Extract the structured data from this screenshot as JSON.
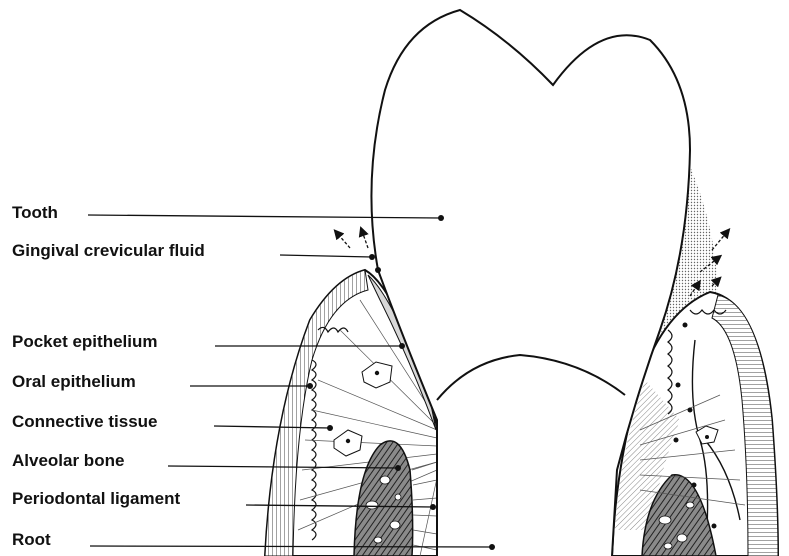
{
  "labels": {
    "tooth": "Tooth",
    "gcf": "Gingival crevicular fluid",
    "pocket_epithelium": "Pocket epithelium",
    "oral_epithelium": "Oral epithelium",
    "connective_tissue": "Connective tissue",
    "alveolar_bone": "Alveolar bone",
    "periodontal_ligament": "Periodontal ligament",
    "root": "Root"
  },
  "colors": {
    "ink": "#111111",
    "bone_fill": "#5a5a5a",
    "epithelium_fill": "#cfcfcf",
    "plaque_fill": "#dcdcdc"
  }
}
